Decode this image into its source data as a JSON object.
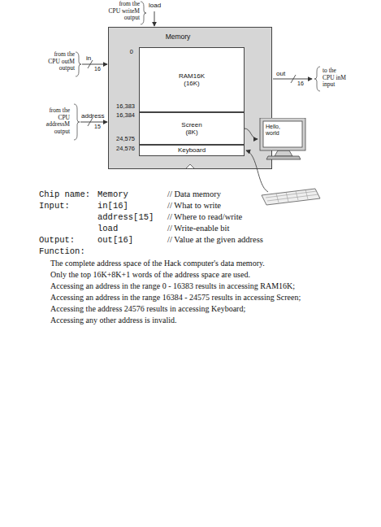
{
  "diagram": {
    "nodes": [
      {
        "text": [
          "Memory"
        ]
      },
      {
        "text": [
          "RAM16K (16K)"
        ],
        "in": 0
      },
      {
        "text": [
          "Screen (8K)"
        ],
        "in": 0
      },
      {
        "text": [
          "Keyboard"
        ],
        "in": 0
      },
      {
        "text": [
          "Hello, world"
        ]
      }
    ],
    "edges": [
      {
        "from": 2,
        "to": 4,
        "arrow": "to"
      }
    ],
    "labels": [
      "from the CPU writeM output",
      "load",
      "in",
      "from the CPU outM output",
      "16",
      "address",
      "from the CPU addressM output",
      "15",
      "out",
      "16",
      "to the CPU inM input",
      "0",
      "16,383",
      "16,384",
      "24,575",
      "24,576",
      "Chip name:",
      "Memory",
      "// Data memory",
      "Input:",
      "in[16]",
      "// What to write",
      "address[15]",
      "// Where to read/write",
      "load",
      "// Write-enable bit",
      "Output:",
      "out[16]",
      "// Value at the given address",
      "Function:",
      "The complete address space of the Hack computer's data memory.",
      "Only the top 16K+8K+1 words of the address space are used.",
      "Accessing an address in the range 0 - 16383 results in accessing RAM16K;",
      "Accessing an address in the range 16384 - 24575 results in accessing Screen;",
      "Accessing the address 24576 results in accessing Keyboard;",
      "Accessing any other address is invalid."
    ]
  }
}
